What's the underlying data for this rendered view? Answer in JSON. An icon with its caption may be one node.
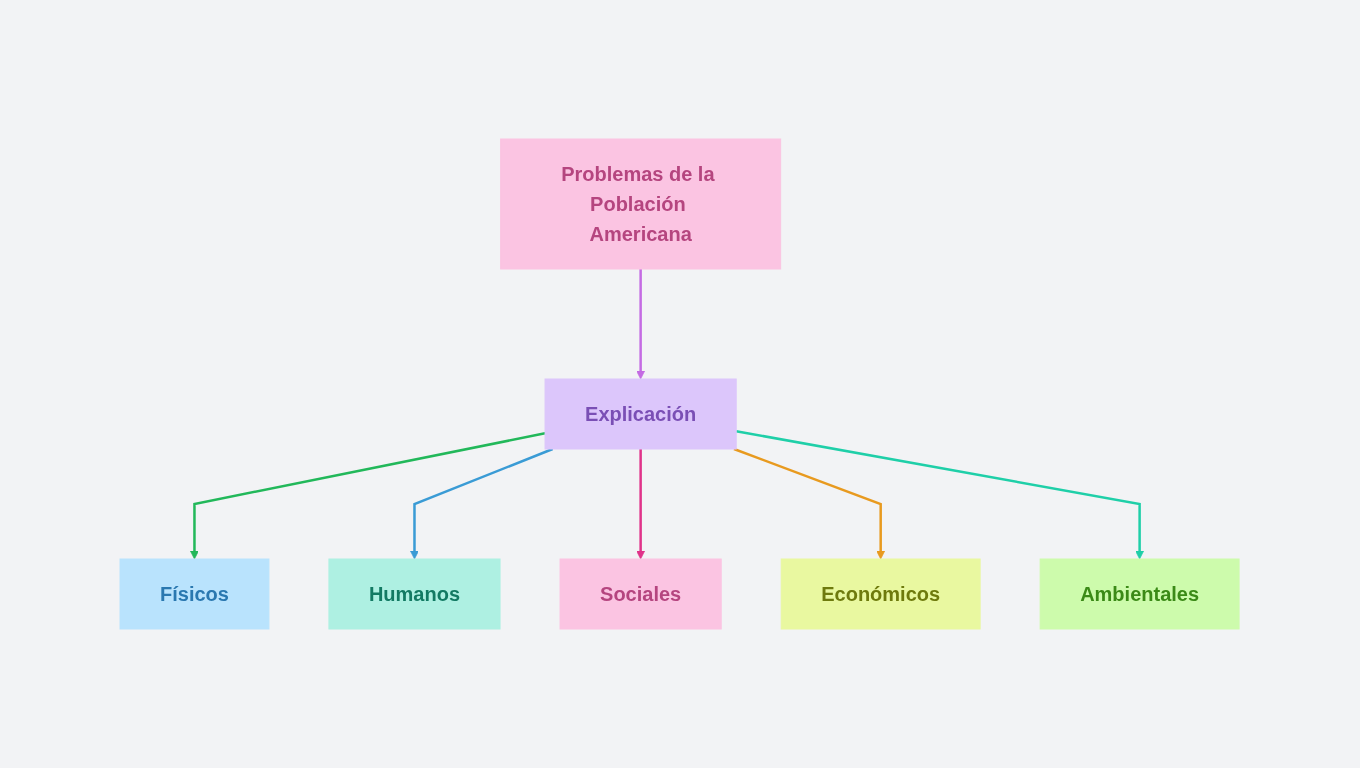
{
  "diagram": {
    "nodes": [
      {
        "text": [
          "Problemas de la Población Americana"
        ]
      },
      {
        "text": [
          "Explicación"
        ]
      },
      {
        "text": [
          "Físicos"
        ]
      },
      {
        "text": [
          "Ambientales"
        ]
      },
      {
        "text": [
          "Humanos"
        ]
      },
      {
        "text": [
          "Sociales"
        ]
      },
      {
        "text": [
          "Económicos"
        ]
      }
    ],
    "edges": [
      {
        "from": 0,
        "to": 1,
        "arrow": "to",
        "color": "#c46be3"
      },
      {
        "from": 1,
        "to": 2,
        "arrow": "to",
        "color": "#22b85a"
      },
      {
        "from": 1,
        "to": 4,
        "arrow": "to",
        "color": "#3a9bd5"
      },
      {
        "from": 1,
        "to": 5,
        "arrow": "to",
        "color": "#e0338a"
      },
      {
        "from": 1,
        "to": 6,
        "arrow": "to",
        "color": "#e89a1f"
      },
      {
        "from": 1,
        "to": 3,
        "arrow": "to",
        "color": "#1fcfa8"
      }
    ]
  }
}
